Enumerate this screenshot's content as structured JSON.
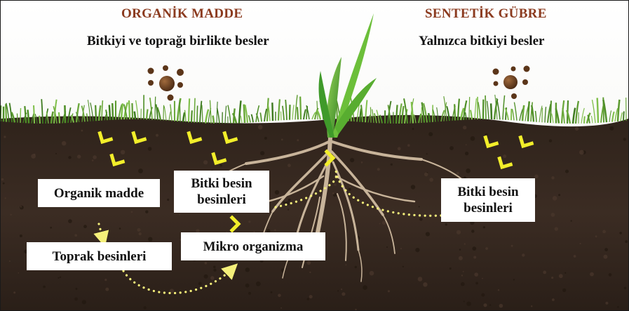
{
  "organic": {
    "title": "ORGANİK MADDE",
    "subtitle": "Bitkiyi ve toprağı birlikte besler"
  },
  "synthetic": {
    "title": "SENTETİK GÜBRE",
    "subtitle": "Yalnızca bitkiyi besler"
  },
  "labels": {
    "organic_matter": "Organik madde",
    "soil_nutrients": "Toprak besinleri",
    "plant_nutrients_left": "Bitki besin\nbesinleri",
    "microorganism": "Mikro organizma",
    "plant_nutrients_right": "Bitki besin\nbesinleri"
  },
  "colors": {
    "title": "#8b3a1e",
    "arrow": "#f2ee2a",
    "dots": "#f5f07a",
    "soil": "#3a2b22",
    "grass": "#4f8f28",
    "roots": "#c8b49a"
  },
  "icons": {
    "organic_granules": "granules-icon",
    "synthetic_granules": "granules-icon",
    "down_arrow": "down-arrow-icon"
  }
}
